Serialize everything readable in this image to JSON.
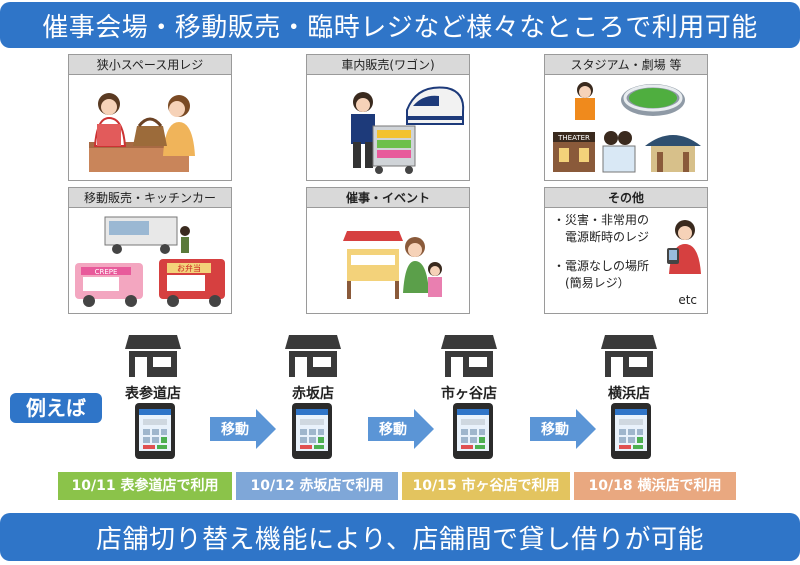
{
  "header": {
    "title": "催事会場・移動販売・臨時レジなど様々なところで利用可能"
  },
  "footer": {
    "text": "店舗切り替え機能により、店舗間で貸し借りが可能"
  },
  "cards": [
    {
      "title": "狭小スペース用レジ"
    },
    {
      "title": "車内販売(ワゴン)"
    },
    {
      "title": "スタジアム・劇場 等"
    },
    {
      "title": "移動販売・キッチンカー"
    },
    {
      "title": "催事・イベント"
    },
    {
      "title": "その他"
    }
  ],
  "other": {
    "line1": "・災害・非常用の",
    "line2": "　電源断時のレジ",
    "line3": "・電源なしの場所",
    "line4": "　(簡易レジ）",
    "etc": "etc"
  },
  "art_text": {
    "theater": "THEATER",
    "crepe": "CREPE",
    "bento": "お弁当"
  },
  "example_label": "例えば",
  "stores": [
    "表参道店",
    "赤坂店",
    "市ヶ谷店",
    "横浜店"
  ],
  "move_label": "移動",
  "tags": [
    {
      "text": "10/11 表参道店で利用",
      "color": "#8bc34a"
    },
    {
      "text": "10/12 赤坂店で利用",
      "color": "#7fa7d8"
    },
    {
      "text": "10/15 市ヶ谷店で利用",
      "color": "#e3c45f"
    },
    {
      "text": "10/18 横浜店で利用",
      "color": "#e9a880"
    }
  ],
  "colors": {
    "banner": "#2f75c8",
    "arrow": "#5b95d6"
  }
}
